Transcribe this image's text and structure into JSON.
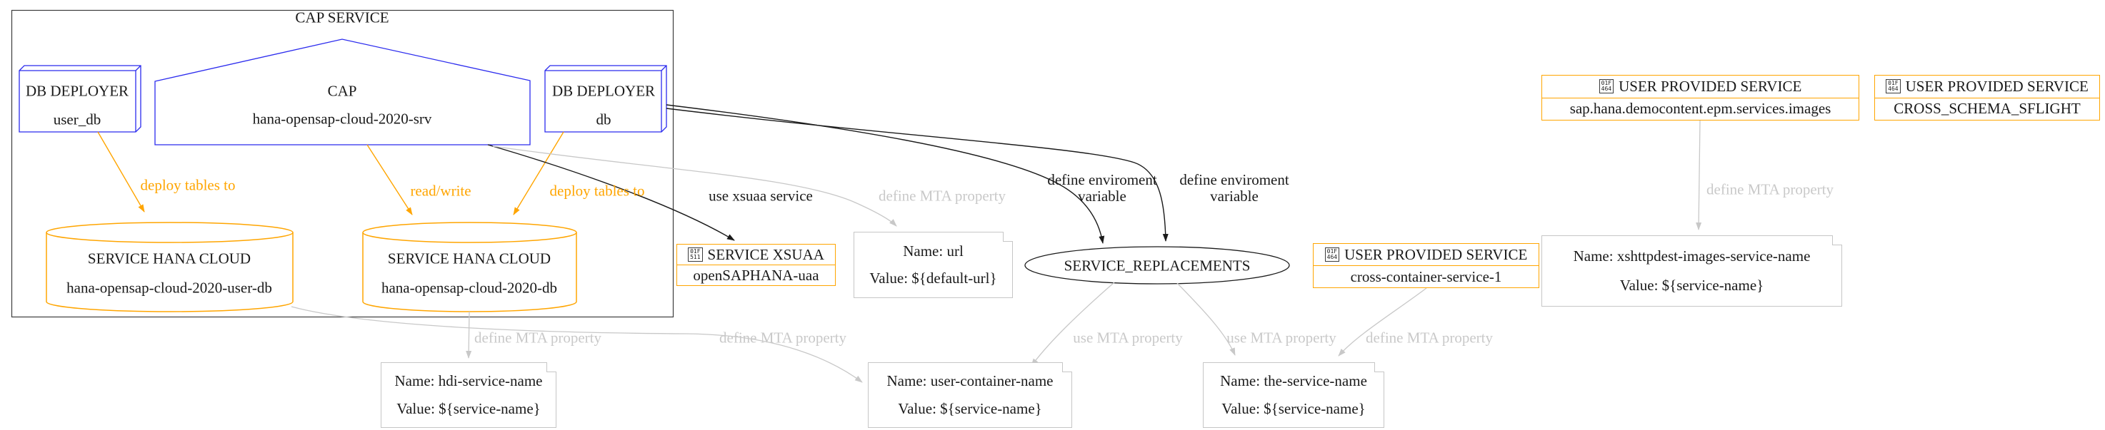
{
  "diagram": {
    "cluster": {
      "label": "CAP SERVICE"
    },
    "nodes": {
      "user_db": {
        "title": "DB DEPLOYER",
        "name": "user_db"
      },
      "cap": {
        "title": "CAP",
        "name": "hana-opensap-cloud-2020-srv"
      },
      "db": {
        "title": "DB DEPLOYER",
        "name": "db"
      },
      "hana_user_db": {
        "title": "SERVICE HANA CLOUD",
        "name": "hana-opensap-cloud-2020-user-db"
      },
      "hana_db": {
        "title": "SERVICE HANA CLOUD",
        "name": "hana-opensap-cloud-2020-db"
      },
      "xsuaa": {
        "title": "SERVICE XSUAA",
        "name": "openSAPHANA-uaa",
        "icon_hex": "01F\n511"
      },
      "service_replacements": {
        "label": "SERVICE_REPLACEMENTS"
      },
      "cross_container": {
        "title": "USER PROVIDED SERVICE",
        "name": "cross-container-service-1",
        "icon_hex": "01F\n464"
      },
      "ups_images": {
        "title": "USER PROVIDED SERVICE",
        "name": "sap.hana.democontent.epm.services.images",
        "icon_hex": "01F\n464"
      },
      "ups_sflight": {
        "title": "USER PROVIDED SERVICE",
        "name": "CROSS_SCHEMA_SFLIGHT",
        "icon_hex": "01F\n464"
      },
      "note_url": {
        "line1": "Name: url",
        "line2": "Value: ${default-url}"
      },
      "note_hdi": {
        "line1": "Name: hdi-service-name",
        "line2": "Value: ${service-name}"
      },
      "note_user_container": {
        "line1": "Name: user-container-name",
        "line2": "Value: ${service-name}"
      },
      "note_the_service": {
        "line1": "Name: the-service-name",
        "line2": "Value: ${service-name}"
      },
      "note_xshttpdest": {
        "line1": "Name: xshttpdest-images-service-name",
        "line2": "Value: ${service-name}"
      }
    },
    "edges": {
      "deploy_tables_user": {
        "label": "deploy tables to"
      },
      "read_write": {
        "label": "read/write"
      },
      "deploy_tables_db": {
        "label": "deploy tables to"
      },
      "use_xsuaa": {
        "label": "use xsuaa service"
      },
      "define_mta_url": {
        "label": "define MTA property"
      },
      "define_env_1": {
        "label": "define enviroment\nvariable"
      },
      "define_env_2": {
        "label": "define enviroment\nvariable"
      },
      "define_mta_hdi": {
        "label": "define MTA property"
      },
      "define_mta_user_container": {
        "label": "define MTA property"
      },
      "use_mta_1": {
        "label": "use MTA property"
      },
      "use_mta_2": {
        "label": "use MTA property"
      },
      "define_mta_the_service": {
        "label": "define MTA property"
      },
      "define_mta_images": {
        "label": "define MTA property"
      }
    },
    "colors": {
      "blue": "#2b2bee",
      "orange": "#ffa500",
      "gray": "#c8c8c8",
      "black": "#1a1a1a"
    }
  }
}
